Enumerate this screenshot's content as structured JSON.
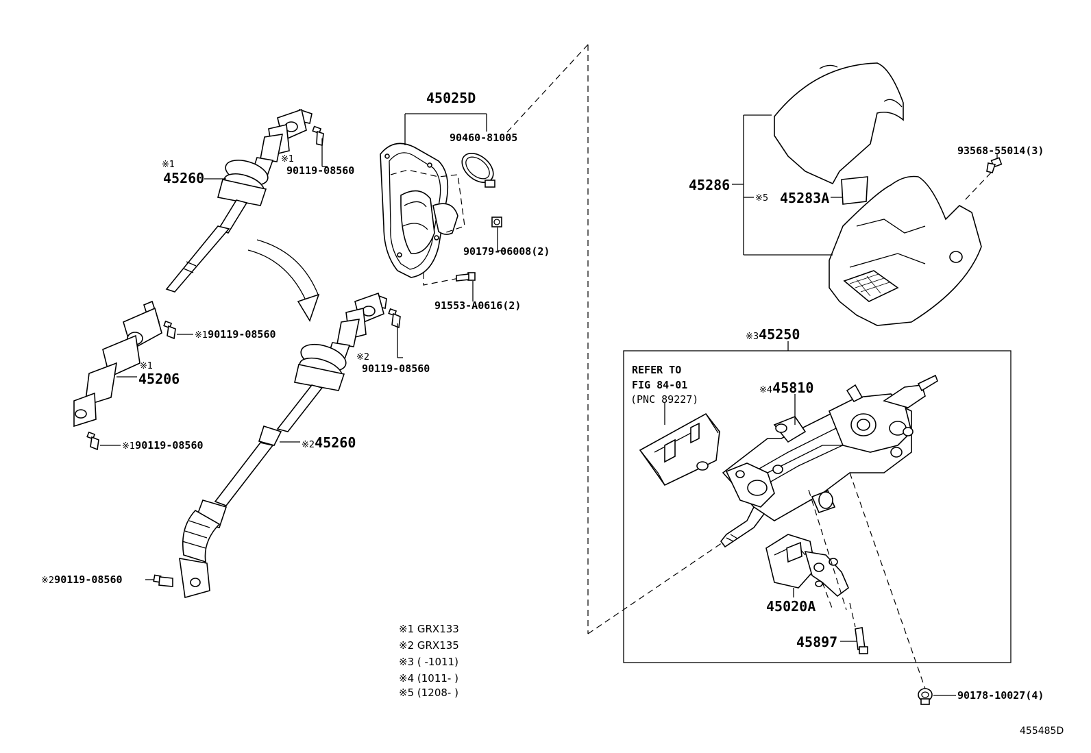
{
  "callouts": {
    "shaft_upper_mark": "※1",
    "shaft_upper": "45260",
    "bolt_a_mark": "※1",
    "bolt_a": "90119-08560",
    "joint_mark": "※1",
    "joint": "45206",
    "bolt_b_mark": "※1",
    "bolt_b": "90119-08560",
    "bolt_c_mark": "※1",
    "bolt_c": "90119-08560",
    "bolt_d_mark": "※2",
    "bolt_d": "90119-08560",
    "shaft_lower_mark": "※2",
    "shaft_lower": "45260",
    "bolt_e_mark": "※2",
    "bolt_e": "90119-08560",
    "cover_assy": "45025D",
    "clamp": "90460-81005",
    "nut": "90179-06008(2)",
    "bolt_f": "91553-A0616(2)",
    "column_cover": "45286",
    "label_mark": "※5",
    "label": "45283A",
    "screw": "93568-55014(3)",
    "column_assy_mark": "※3",
    "column_assy": "45250",
    "refer_1": "REFER TO",
    "refer_2": "FIG 84-01",
    "refer_3": "(PNC 89227)",
    "bracket_mark": "※4",
    "bracket": "45810",
    "motor": "45020A",
    "bolt_g": "45897",
    "clip": "90178-10027(4)"
  },
  "legend": [
    "※1 GRX133",
    "※2 GRX135",
    "※3 (       -1011)",
    "※4 (1011-       )",
    "※5 (1208-       )"
  ],
  "figure_id": "455485D"
}
